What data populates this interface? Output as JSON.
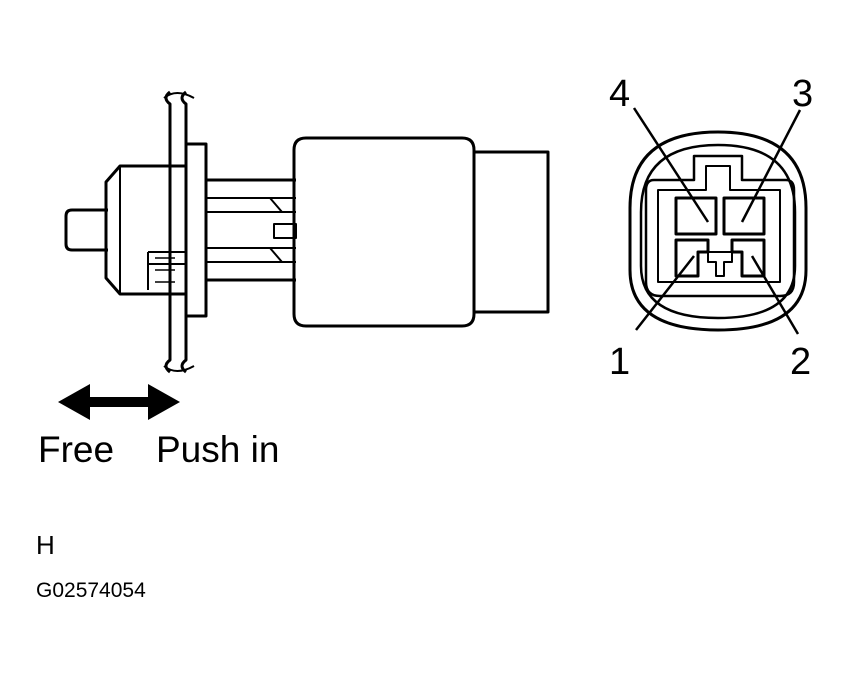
{
  "direction": {
    "free": "Free",
    "push_in": "Push in"
  },
  "pins": {
    "pin1": "1",
    "pin2": "2",
    "pin3": "3",
    "pin4": "4"
  },
  "side_letter": "H",
  "figure_code": "G02574054",
  "colors": {
    "line": "#000000",
    "background": "#ffffff"
  }
}
